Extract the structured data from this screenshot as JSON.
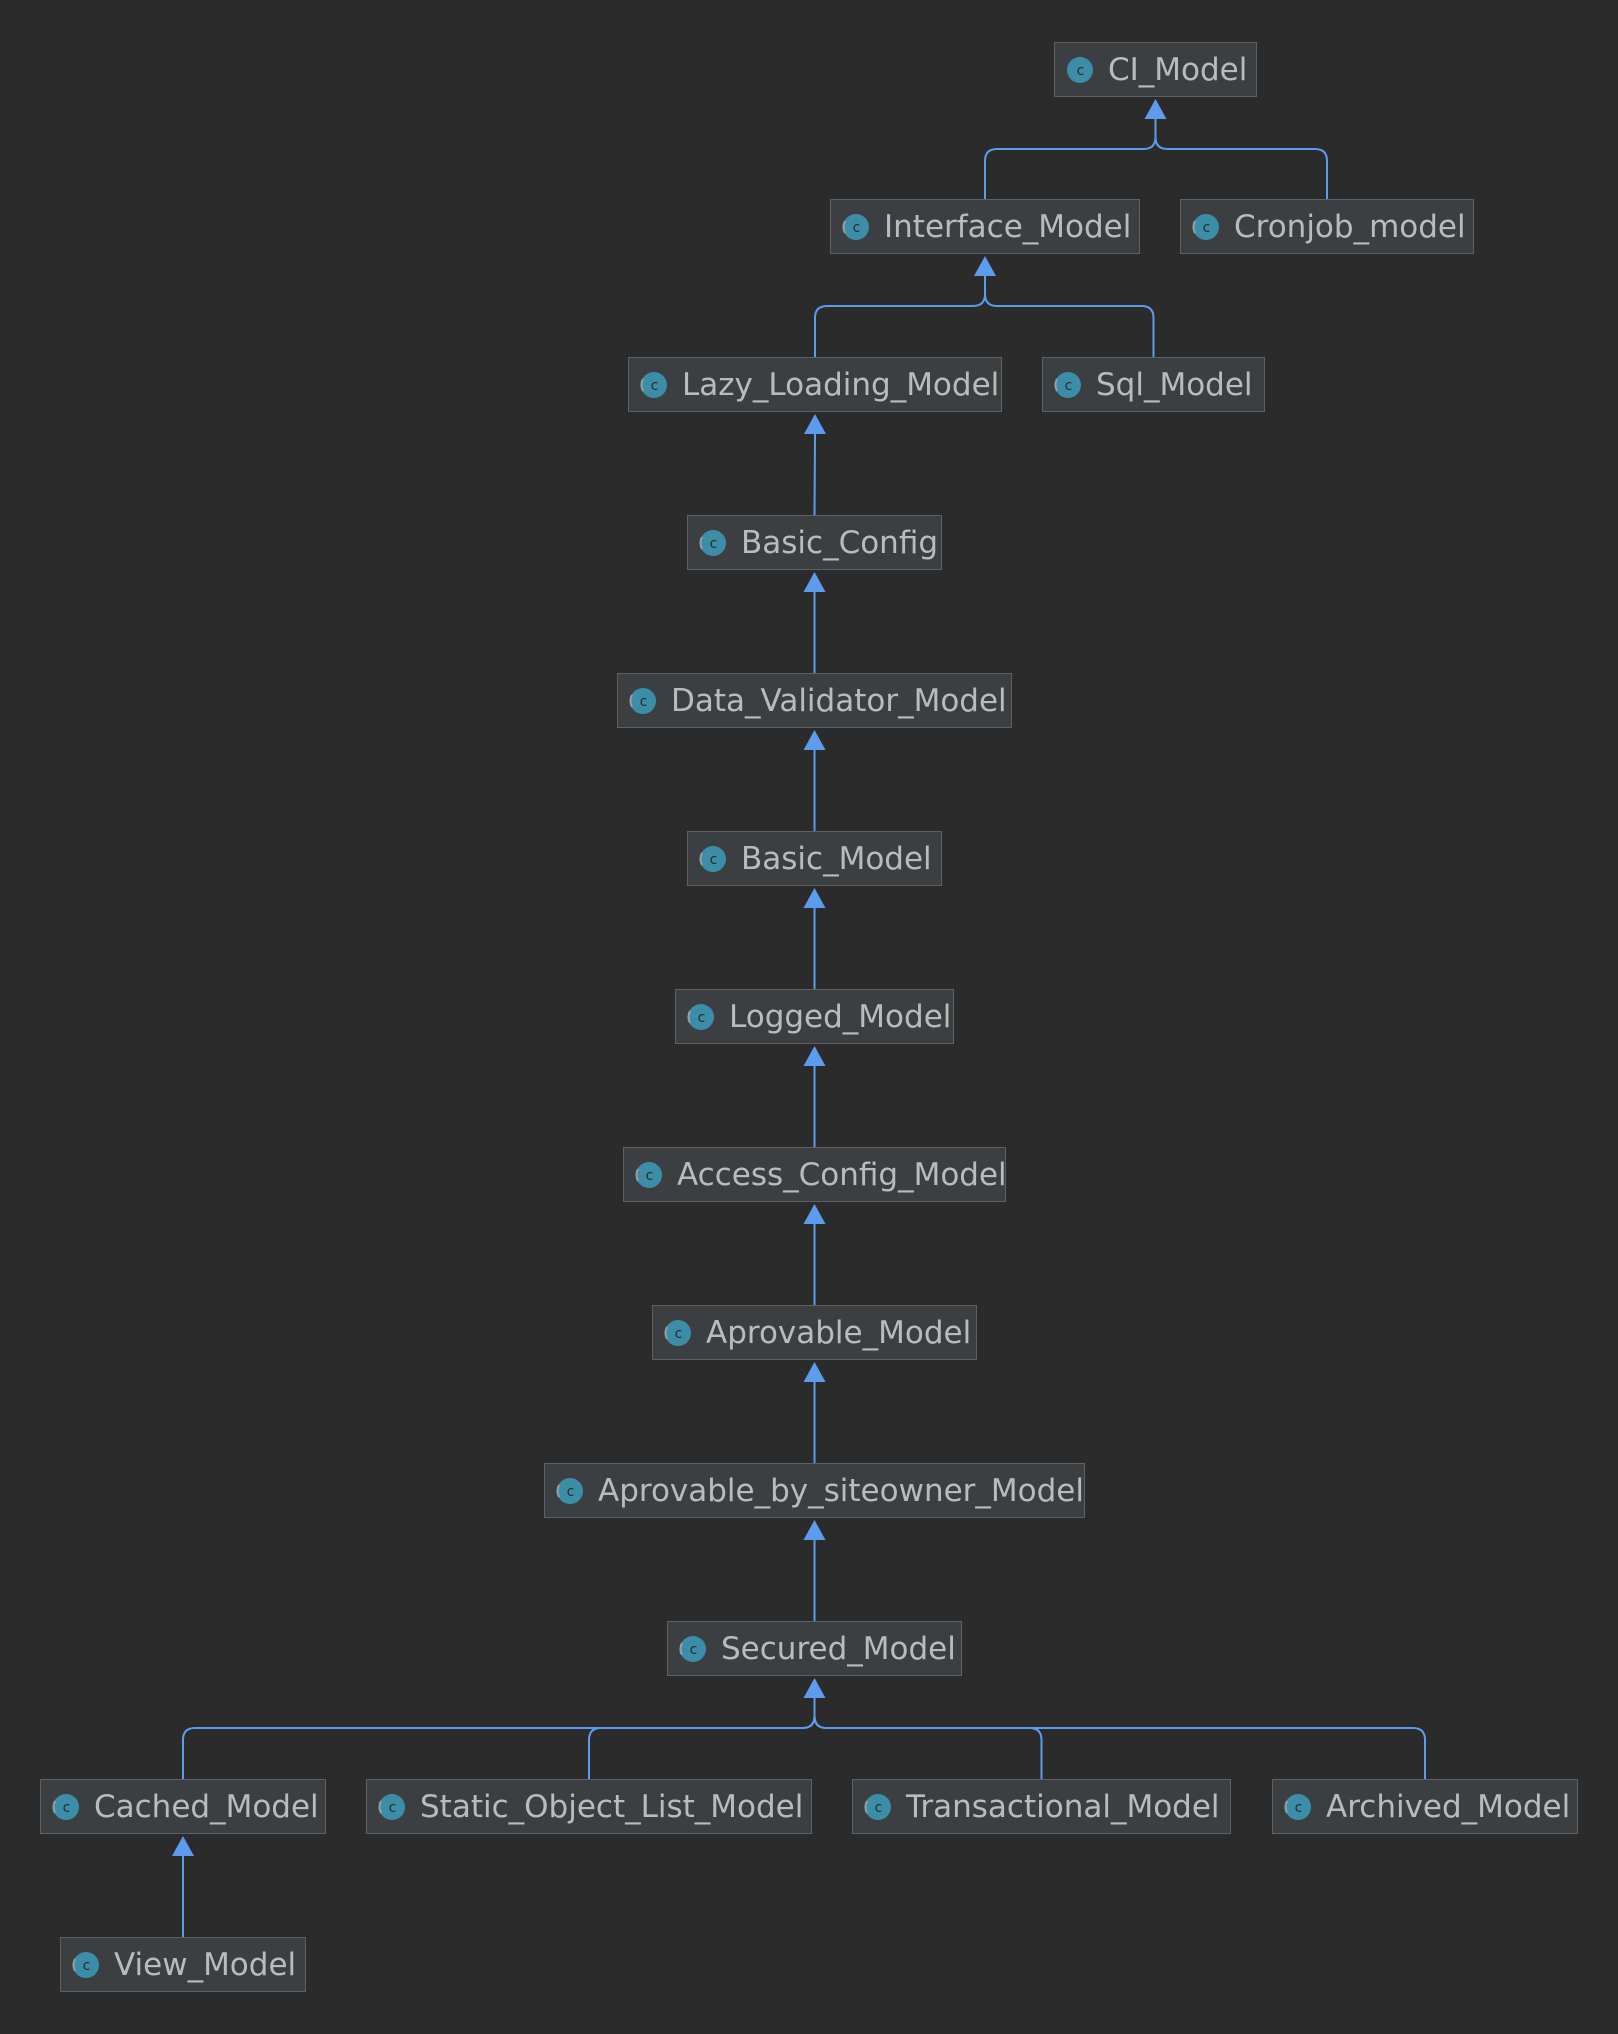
{
  "diagram": {
    "type": "class-hierarchy",
    "node_icon": "class-c-icon",
    "colors": {
      "background": "#2b2b2b",
      "node_fill": "#3c3f41",
      "node_border": "#5e6163",
      "text": "#bbbbbb",
      "edge": "#5d9cec",
      "icon_fill": "#3c8ea8"
    },
    "classes": {
      "ci_model": "CI_Model",
      "interface_model": "Interface_Model",
      "cronjob_model": "Cronjob_model",
      "lazy_loading_model": "Lazy_Loading_Model",
      "sql_model": "Sql_Model",
      "basic_config": "Basic_Config",
      "data_validator_model": "Data_Validator_Model",
      "basic_model": "Basic_Model",
      "logged_model": "Logged_Model",
      "access_config_model": "Access_Config_Model",
      "aprovable_model": "Aprovable_Model",
      "aprovable_by_siteowner_model": "Aprovable_by_siteowner_Model",
      "secured_model": "Secured_Model",
      "cached_model": "Cached_Model",
      "static_object_list_model": "Static_Object_List_Model",
      "transactional_model": "Transactional_Model",
      "archived_model": "Archived_Model",
      "view_model": "View_Model"
    },
    "inheritance": [
      {
        "child": "interface_model",
        "parent": "ci_model"
      },
      {
        "child": "cronjob_model",
        "parent": "ci_model"
      },
      {
        "child": "lazy_loading_model",
        "parent": "interface_model"
      },
      {
        "child": "sql_model",
        "parent": "interface_model"
      },
      {
        "child": "basic_config",
        "parent": "lazy_loading_model"
      },
      {
        "child": "data_validator_model",
        "parent": "basic_config"
      },
      {
        "child": "basic_model",
        "parent": "data_validator_model"
      },
      {
        "child": "logged_model",
        "parent": "basic_model"
      },
      {
        "child": "access_config_model",
        "parent": "logged_model"
      },
      {
        "child": "aprovable_model",
        "parent": "access_config_model"
      },
      {
        "child": "aprovable_by_siteowner_model",
        "parent": "aprovable_model"
      },
      {
        "child": "secured_model",
        "parent": "aprovable_by_siteowner_model"
      },
      {
        "child": "cached_model",
        "parent": "secured_model"
      },
      {
        "child": "static_object_list_model",
        "parent": "secured_model"
      },
      {
        "child": "transactional_model",
        "parent": "secured_model"
      },
      {
        "child": "archived_model",
        "parent": "secured_model"
      },
      {
        "child": "view_model",
        "parent": "cached_model"
      }
    ]
  }
}
